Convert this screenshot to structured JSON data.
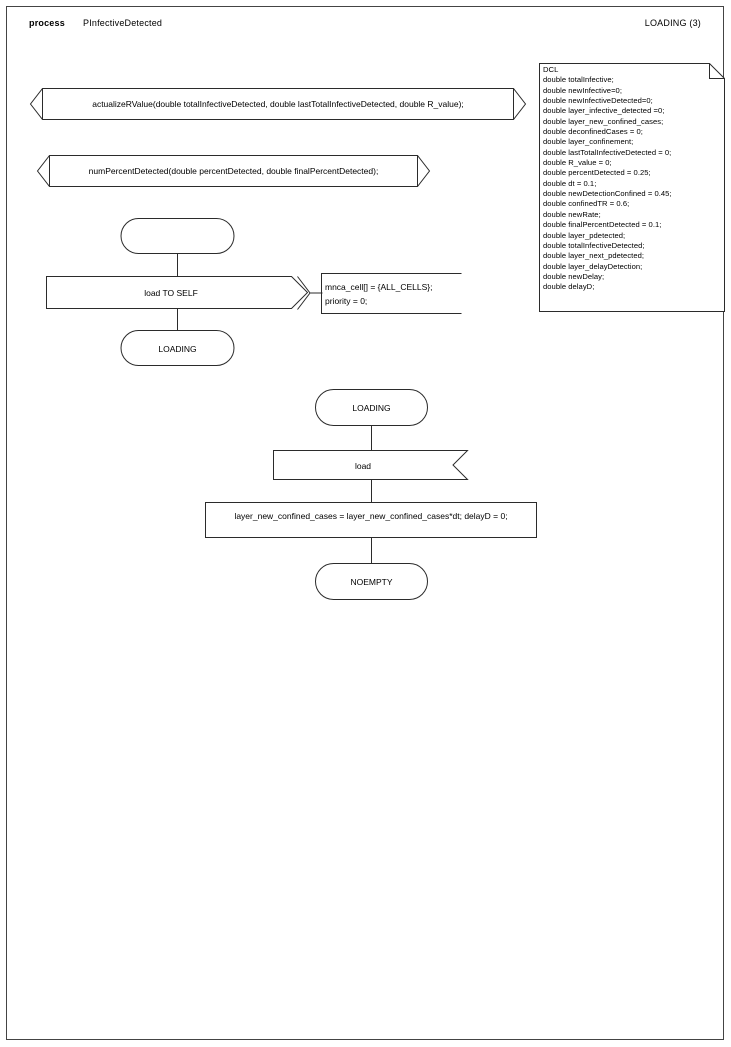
{
  "header": {
    "kind": "process",
    "name": "PInfectiveDetected",
    "page": "LOADING (3)"
  },
  "declaration_box": {
    "title": "DCL",
    "lines": [
      "DCL",
      "double totalInfective;",
      "double newInfective=0;",
      "double newInfectiveDetected=0;",
      "double layer_infective_detected =0;",
      "double layer_new_confined_cases;",
      "double deconfinedCases = 0;",
      "double layer_confinement;",
      "double lastTotalInfectiveDetected = 0;",
      "double R_value = 0;",
      "double percentDetected = 0.25;",
      "double dt = 0.1;",
      "double newDetectionConfined = 0.45;",
      "double confinedTR = 0.6;",
      "double newRate;",
      "double finalPercentDetected = 0.1;",
      "double layer_pdetected;",
      "double totalInfectiveDetected;",
      "double layer_next_pdetected;",
      "double layer_delayDetection;",
      "double newDelay;",
      "double delayD;"
    ],
    "text": "DCL\ndouble totalInfective;\ndouble newInfective=0;\ndouble newInfectiveDetected=0;\ndouble layer_infective_detected =0;\ndouble layer_new_confined_cases;\ndouble deconfinedCases = 0;\ndouble layer_confinement;\ndouble lastTotalInfectiveDetected = 0;\ndouble R_value = 0;\ndouble percentDetected = 0.25;\ndouble dt = 0.1;\ndouble newDetectionConfined = 0.45;\ndouble confinedTR = 0.6;\ndouble newRate;\ndouble finalPercentDetected = 0.1;\ndouble layer_pdetected;\ndouble totalInfectiveDetected;\ndouble layer_next_pdetected;\ndouble layer_delayDetection;\ndouble newDelay;\ndouble delayD;"
  },
  "procedures": [
    {
      "id": "actualizeRValue",
      "label": "actualizeRValue(double totalInfectiveDetected, double lastTotalInfectiveDetected, double R_value);"
    },
    {
      "id": "numPercentDetected",
      "label": "numPercentDetected(double percentDetected, double finalPercentDetected);"
    }
  ],
  "flow_a": {
    "start": {
      "label": ""
    },
    "output": {
      "label": "load TO SELF"
    },
    "note": {
      "text": "mnca_cell[] = {ALL_CELLS};\npriority = 0;",
      "lines": [
        "mnca_cell[] = {ALL_CELLS};",
        "priority = 0;"
      ]
    },
    "nextstate": {
      "label": "LOADING"
    }
  },
  "flow_b": {
    "state": {
      "label": "LOADING"
    },
    "input": {
      "label": "load"
    },
    "task": {
      "text": "layer_new_confined_cases = layer_new_confined_cases*dt;\ndelayD = 0;",
      "lines": [
        "layer_new_confined_cases = layer_new_confined_cases*dt;",
        "delayD = 0;"
      ]
    },
    "nextstate": {
      "label": "NOEMPTY"
    }
  },
  "colors": {
    "stroke": "#2b2b2b",
    "frame": "#444444",
    "background": "#ffffff",
    "text": "#000000"
  }
}
